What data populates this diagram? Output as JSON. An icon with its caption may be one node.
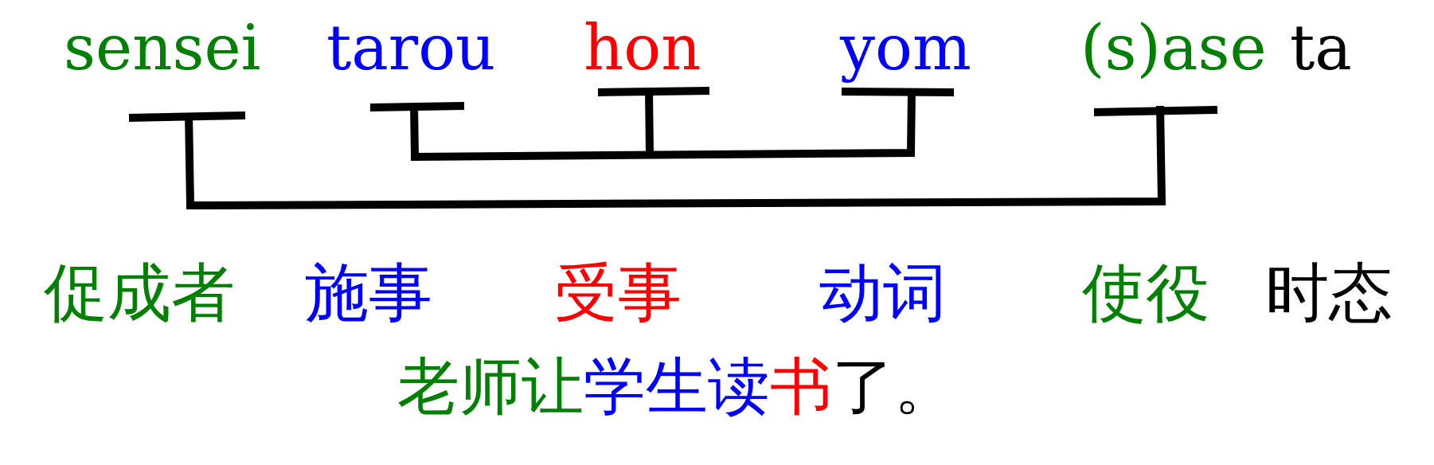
{
  "diagram": {
    "labels": [
      "sensei",
      "tarou",
      "hon",
      "yom",
      "(s)ase",
      "ta",
      "促成者",
      "施事",
      "受事",
      "动词",
      "使役",
      "时态",
      "老师让学生读书了。"
    ]
  }
}
